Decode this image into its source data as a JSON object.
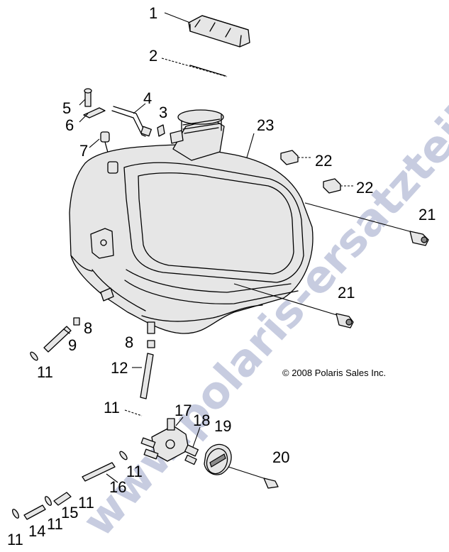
{
  "copyright": "© 2008 Polaris Sales Inc.",
  "watermark": "www.polaris-ersatzteile.de",
  "colors": {
    "line": "#000000",
    "watermark": "#9aa4c8",
    "background": "#ffffff"
  },
  "callouts": [
    {
      "id": "c1",
      "text": "1"
    },
    {
      "id": "c2",
      "text": "2"
    },
    {
      "id": "c3",
      "text": "3"
    },
    {
      "id": "c4",
      "text": "4"
    },
    {
      "id": "c5",
      "text": "5"
    },
    {
      "id": "c6",
      "text": "6"
    },
    {
      "id": "c7",
      "text": "7"
    },
    {
      "id": "c8a",
      "text": "8"
    },
    {
      "id": "c8b",
      "text": "8"
    },
    {
      "id": "c9",
      "text": "9"
    },
    {
      "id": "c11a",
      "text": "11"
    },
    {
      "id": "c11b",
      "text": "11"
    },
    {
      "id": "c11c",
      "text": "11"
    },
    {
      "id": "c11d",
      "text": "11"
    },
    {
      "id": "c11e",
      "text": "11"
    },
    {
      "id": "c11f",
      "text": "11"
    },
    {
      "id": "c12",
      "text": "12"
    },
    {
      "id": "c14",
      "text": "14"
    },
    {
      "id": "c15",
      "text": "15"
    },
    {
      "id": "c16",
      "text": "16"
    },
    {
      "id": "c17",
      "text": "17"
    },
    {
      "id": "c18",
      "text": "18"
    },
    {
      "id": "c19",
      "text": "19"
    },
    {
      "id": "c20",
      "text": "20"
    },
    {
      "id": "c21a",
      "text": "21"
    },
    {
      "id": "c21b",
      "text": "21"
    },
    {
      "id": "c22a",
      "text": "22"
    },
    {
      "id": "c22b",
      "text": "22"
    },
    {
      "id": "c23",
      "text": "23"
    }
  ]
}
